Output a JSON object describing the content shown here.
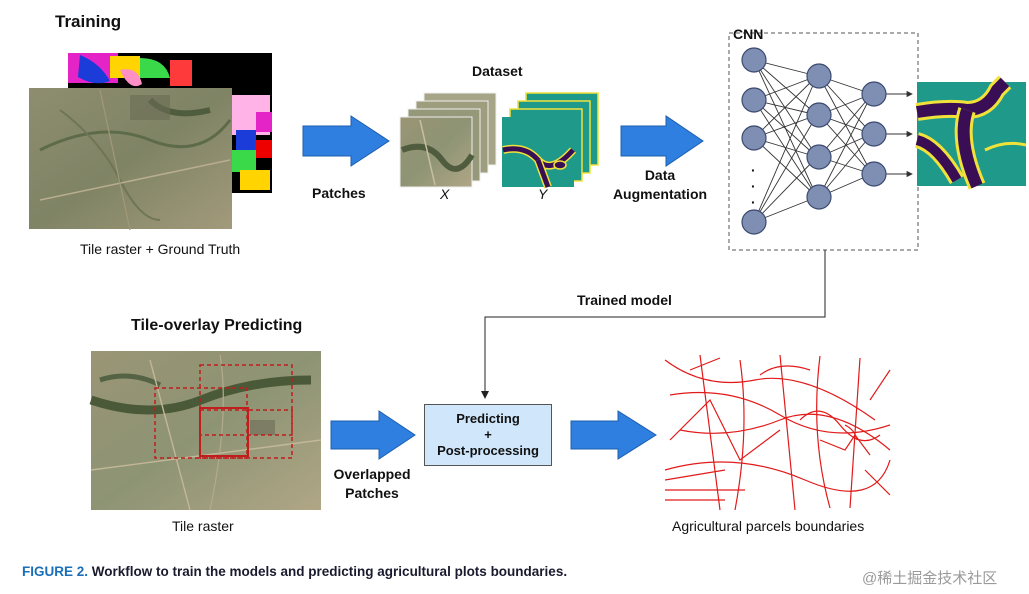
{
  "training": {
    "title": "Training",
    "tile_caption": "Tile raster + Ground Truth"
  },
  "dataset": {
    "title": "Dataset",
    "x_label": "X",
    "y_label": "Y"
  },
  "arrows": {
    "patches": "Patches",
    "data_aug_line1": "Data",
    "data_aug_line2": "Augmentation",
    "overlapped_line1": "Overlapped",
    "overlapped_line2": "Patches"
  },
  "cnn": {
    "label": "CNN",
    "dots": "·"
  },
  "trained_model": "Trained model",
  "predicting": {
    "title": "Tile-overlay Predicting",
    "tile_caption": "Tile raster",
    "box_line1": "Predicting",
    "box_line2": "+",
    "box_line3": "Post-processing",
    "output_caption": "Agricultural parcels boundaries"
  },
  "figure_caption": {
    "number": "FIGURE 2.",
    "text": "Workflow to train the models and predicting agricultural plots boundaries."
  },
  "watermark": "@稀土掘金技术社区",
  "colors": {
    "arrow_blue": "#2f7fe0",
    "box_fill": "#cfe6fb",
    "node_fill": "#7f8fb4",
    "mask_teal": "#1f9a8a",
    "mask_purple": "#3a0e55",
    "mask_yellow": "#f1e23a",
    "boundary_red": "#e21a1a"
  }
}
